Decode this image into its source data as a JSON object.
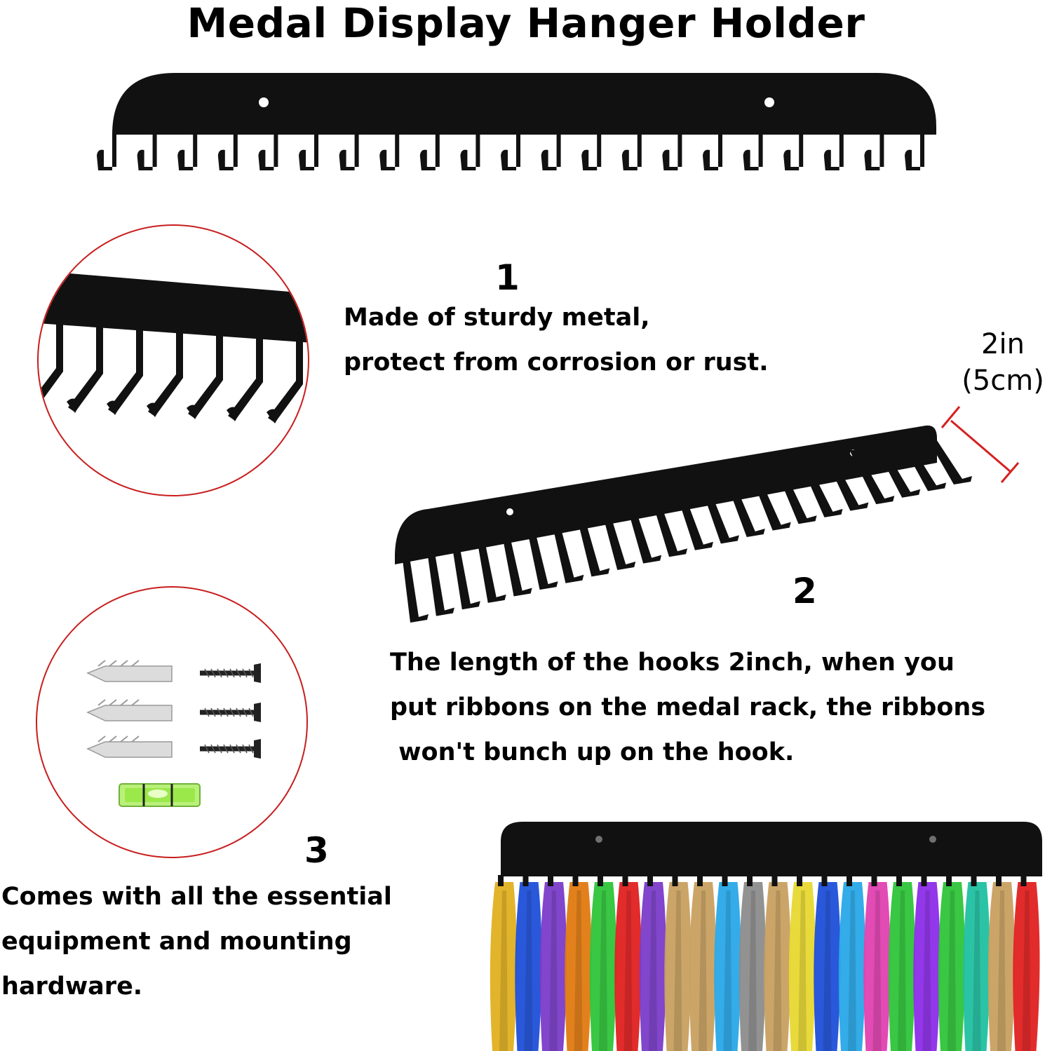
{
  "title": "Medal Display Hanger Holder",
  "features": [
    {
      "number": "1",
      "lines": [
        "Made of sturdy metal,",
        "protect from corrosion or rust."
      ]
    },
    {
      "number": "2",
      "lines": [
        "The length of the hooks 2inch, when you",
        "put ribbons on the medal rack, the ribbons",
        " won't bunch up on the hook."
      ]
    },
    {
      "number": "3",
      "lines": [
        "Comes with all the essential",
        "equipment and mounting",
        "hardware."
      ]
    }
  ],
  "dimension": {
    "inches": "2in",
    "cm": "(5cm)"
  },
  "colors": {
    "metal": "#111111",
    "circle_border": "#c81e1e",
    "measure_line": "#d62020",
    "level_liquid": "#9be84a",
    "ribbons": [
      "#e0b020",
      "#1f4fd8",
      "#7a3cc8",
      "#e07a10",
      "#2ec43a",
      "#e02020",
      "#7a3cc8",
      "#c8a060",
      "#c8a060",
      "#28a8e8",
      "#8c8c8c",
      "#c8a060",
      "#e8d830",
      "#1f4fd8",
      "#28a8e8",
      "#e040b0",
      "#2ec43a",
      "#8c2ce8",
      "#2ec43a",
      "#20c0a0",
      "#c8a060",
      "#e02020"
    ]
  }
}
